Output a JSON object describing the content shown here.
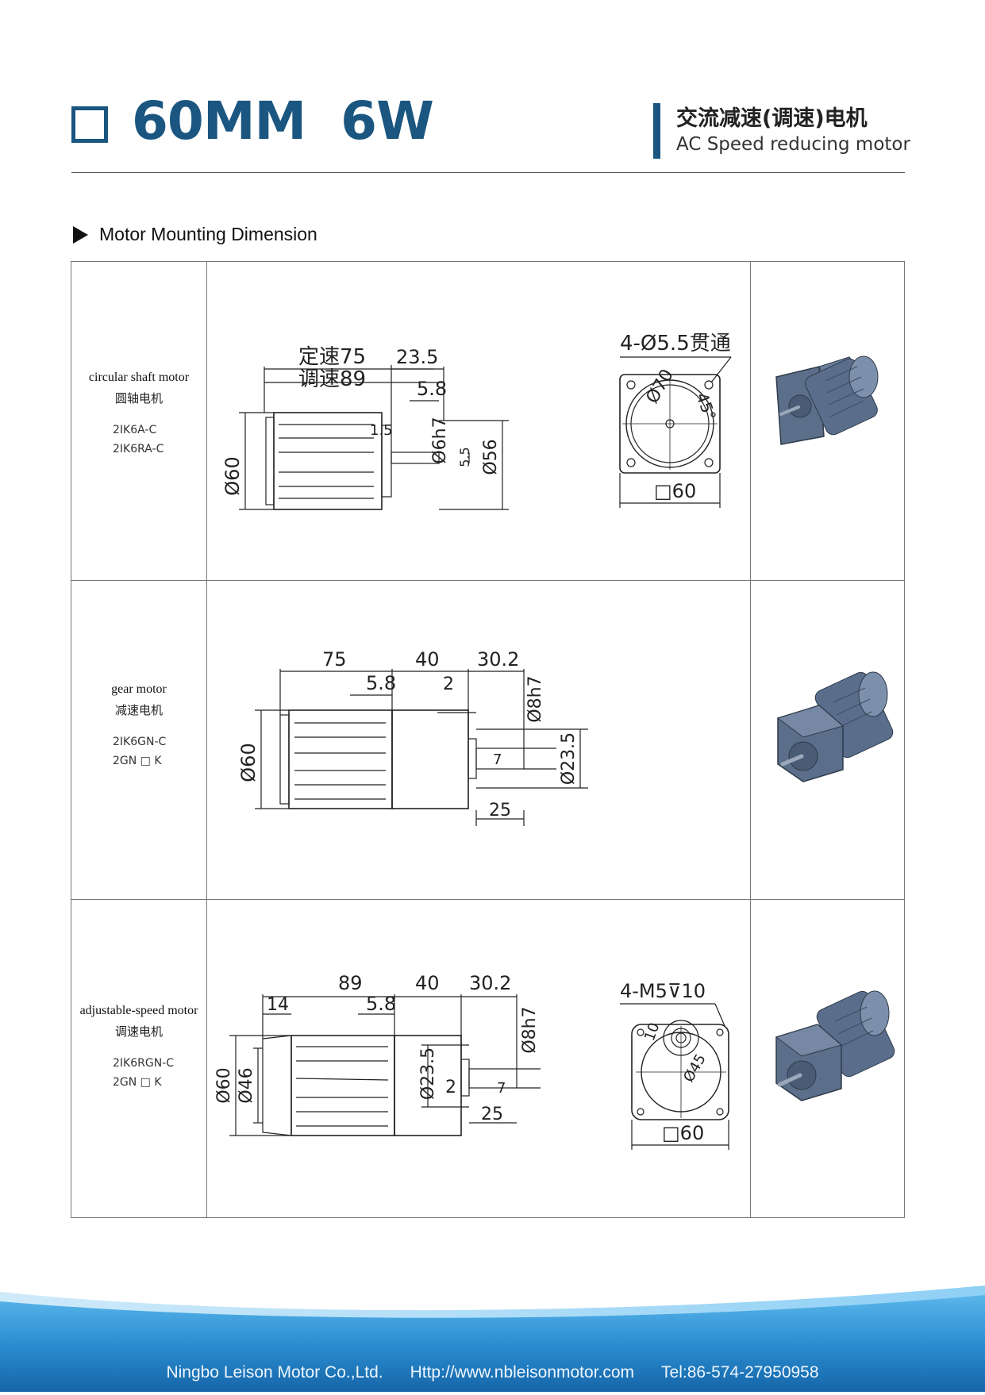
{
  "header": {
    "title": "60MM  6W",
    "title_cn": "交流减速(调速)电机",
    "title_en": "AC Speed reducing motor"
  },
  "section": {
    "title": "Motor Mounting Dimension"
  },
  "rows": [
    {
      "name_en": "circular shaft motor",
      "name_cn": "圆轴电机",
      "models": [
        "2IK6A-C",
        "2IK6RA-C"
      ],
      "dims": {
        "fixed_speed": "定速75",
        "adjustable": "调速89",
        "d1": "23.5",
        "d2": "5.8",
        "d3": "1.5",
        "dia60": "Ø60",
        "shaft": "Ø6h7",
        "flat": "5.5",
        "dia56": "Ø56",
        "holes": "4-Ø5.5贯通",
        "pcd": "Ø70",
        "angle": "45°",
        "square": "□60"
      }
    },
    {
      "name_en": "gear motor",
      "name_cn": "减速电机",
      "models": [
        "2IK6GN-C",
        "2GN □ K"
      ],
      "dims": {
        "d75": "75",
        "d40": "40",
        "d302": "30.2",
        "d58": "5.8",
        "d2": "2",
        "shaft": "Ø8h7",
        "d7": "7",
        "dia235": "Ø23.5",
        "d25": "25",
        "dia60": "Ø60"
      }
    },
    {
      "name_en": "adjustable-speed motor",
      "name_cn": "调速电机",
      "models": [
        "2IK6RGN-C",
        "2GN □ K"
      ],
      "dims": {
        "d89": "89",
        "d14": "14",
        "d58": "5.8",
        "d40": "40",
        "d302": "30.2",
        "shaft": "Ø8h7",
        "dia235": "Ø23.5",
        "d2": "2",
        "d7": "7",
        "d25": "25",
        "dia60": "Ø60",
        "dia46": "Ø46",
        "holes": "4-M5⊽10",
        "d10": "10",
        "dia45": "Ø45",
        "square": "□60"
      }
    }
  ],
  "footer": {
    "company": "Ningbo Leison Motor Co.,Ltd.",
    "website": "Http://www.nbleisonmotor.com",
    "tel": "Tel:86-574-27950958"
  }
}
